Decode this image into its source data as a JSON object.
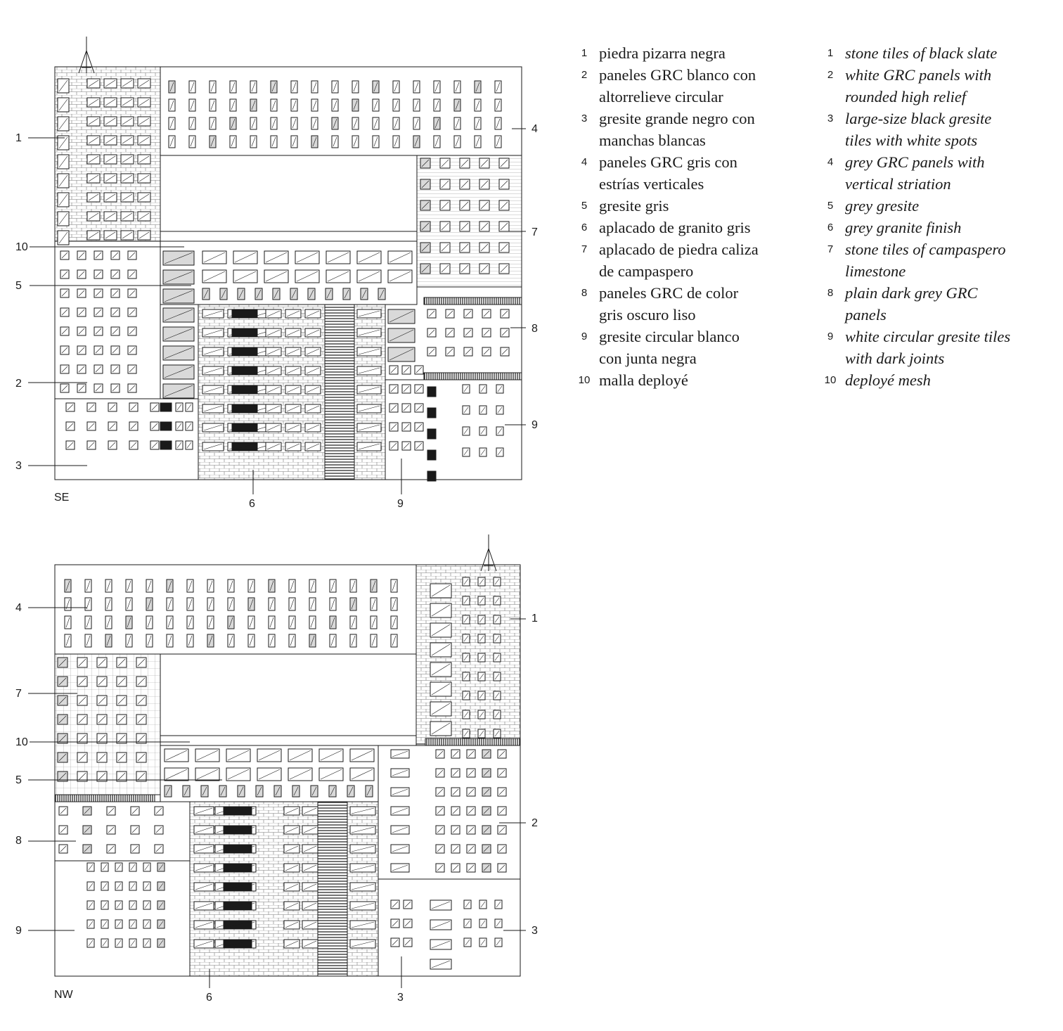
{
  "elevations": [
    {
      "label": "SE",
      "callouts": [
        "1",
        "4",
        "7",
        "10",
        "5",
        "8",
        "2",
        "9",
        "3",
        "6",
        "9"
      ]
    },
    {
      "label": "NW",
      "callouts": [
        "4",
        "1",
        "7",
        "10",
        "5",
        "2",
        "8",
        "9",
        "3",
        "6",
        "3"
      ]
    }
  ],
  "legend": {
    "spanish": [
      {
        "num": "1",
        "lines": [
          "piedra pizarra negra"
        ]
      },
      {
        "num": "2",
        "lines": [
          "paneles GRC blanco con",
          "altorrelieve circular"
        ]
      },
      {
        "num": "3",
        "lines": [
          "gresite grande negro con",
          "manchas blancas"
        ]
      },
      {
        "num": "4",
        "lines": [
          "paneles GRC gris con",
          "estrías verticales"
        ]
      },
      {
        "num": "5",
        "lines": [
          "gresite gris"
        ]
      },
      {
        "num": "6",
        "lines": [
          "aplacado de granito gris"
        ]
      },
      {
        "num": "7",
        "lines": [
          "aplacado de piedra caliza",
          "de campaspero"
        ]
      },
      {
        "num": "8",
        "lines": [
          "paneles GRC de color",
          "gris oscuro liso"
        ]
      },
      {
        "num": "9",
        "lines": [
          "gresite circular blanco",
          "con junta negra"
        ]
      },
      {
        "num": "10",
        "lines": [
          "malla deployé"
        ]
      }
    ],
    "english": [
      {
        "num": "1",
        "lines": [
          "stone tiles of black slate"
        ]
      },
      {
        "num": "2",
        "lines": [
          "white GRC panels with",
          "rounded high relief"
        ]
      },
      {
        "num": "3",
        "lines": [
          "large-size black gresite",
          "tiles with white spots"
        ]
      },
      {
        "num": "4",
        "lines": [
          "grey GRC panels with",
          "vertical striation"
        ]
      },
      {
        "num": "5",
        "lines": [
          "grey gresite"
        ]
      },
      {
        "num": "6",
        "lines": [
          "grey granite finish"
        ]
      },
      {
        "num": "7",
        "lines": [
          "stone tiles of campaspero",
          "limestone"
        ]
      },
      {
        "num": "8",
        "lines": [
          "plain dark grey GRC",
          "panels"
        ]
      },
      {
        "num": "9",
        "lines": [
          "white circular gresite tiles",
          "with dark joints"
        ]
      },
      {
        "num": "10",
        "lines": [
          "deployé mesh"
        ]
      }
    ]
  },
  "colors": {
    "line": "#1a1a1a",
    "grey_fill": "#d9d9d9",
    "dark_fill": "#1a1a1a",
    "paper": "#ffffff"
  }
}
